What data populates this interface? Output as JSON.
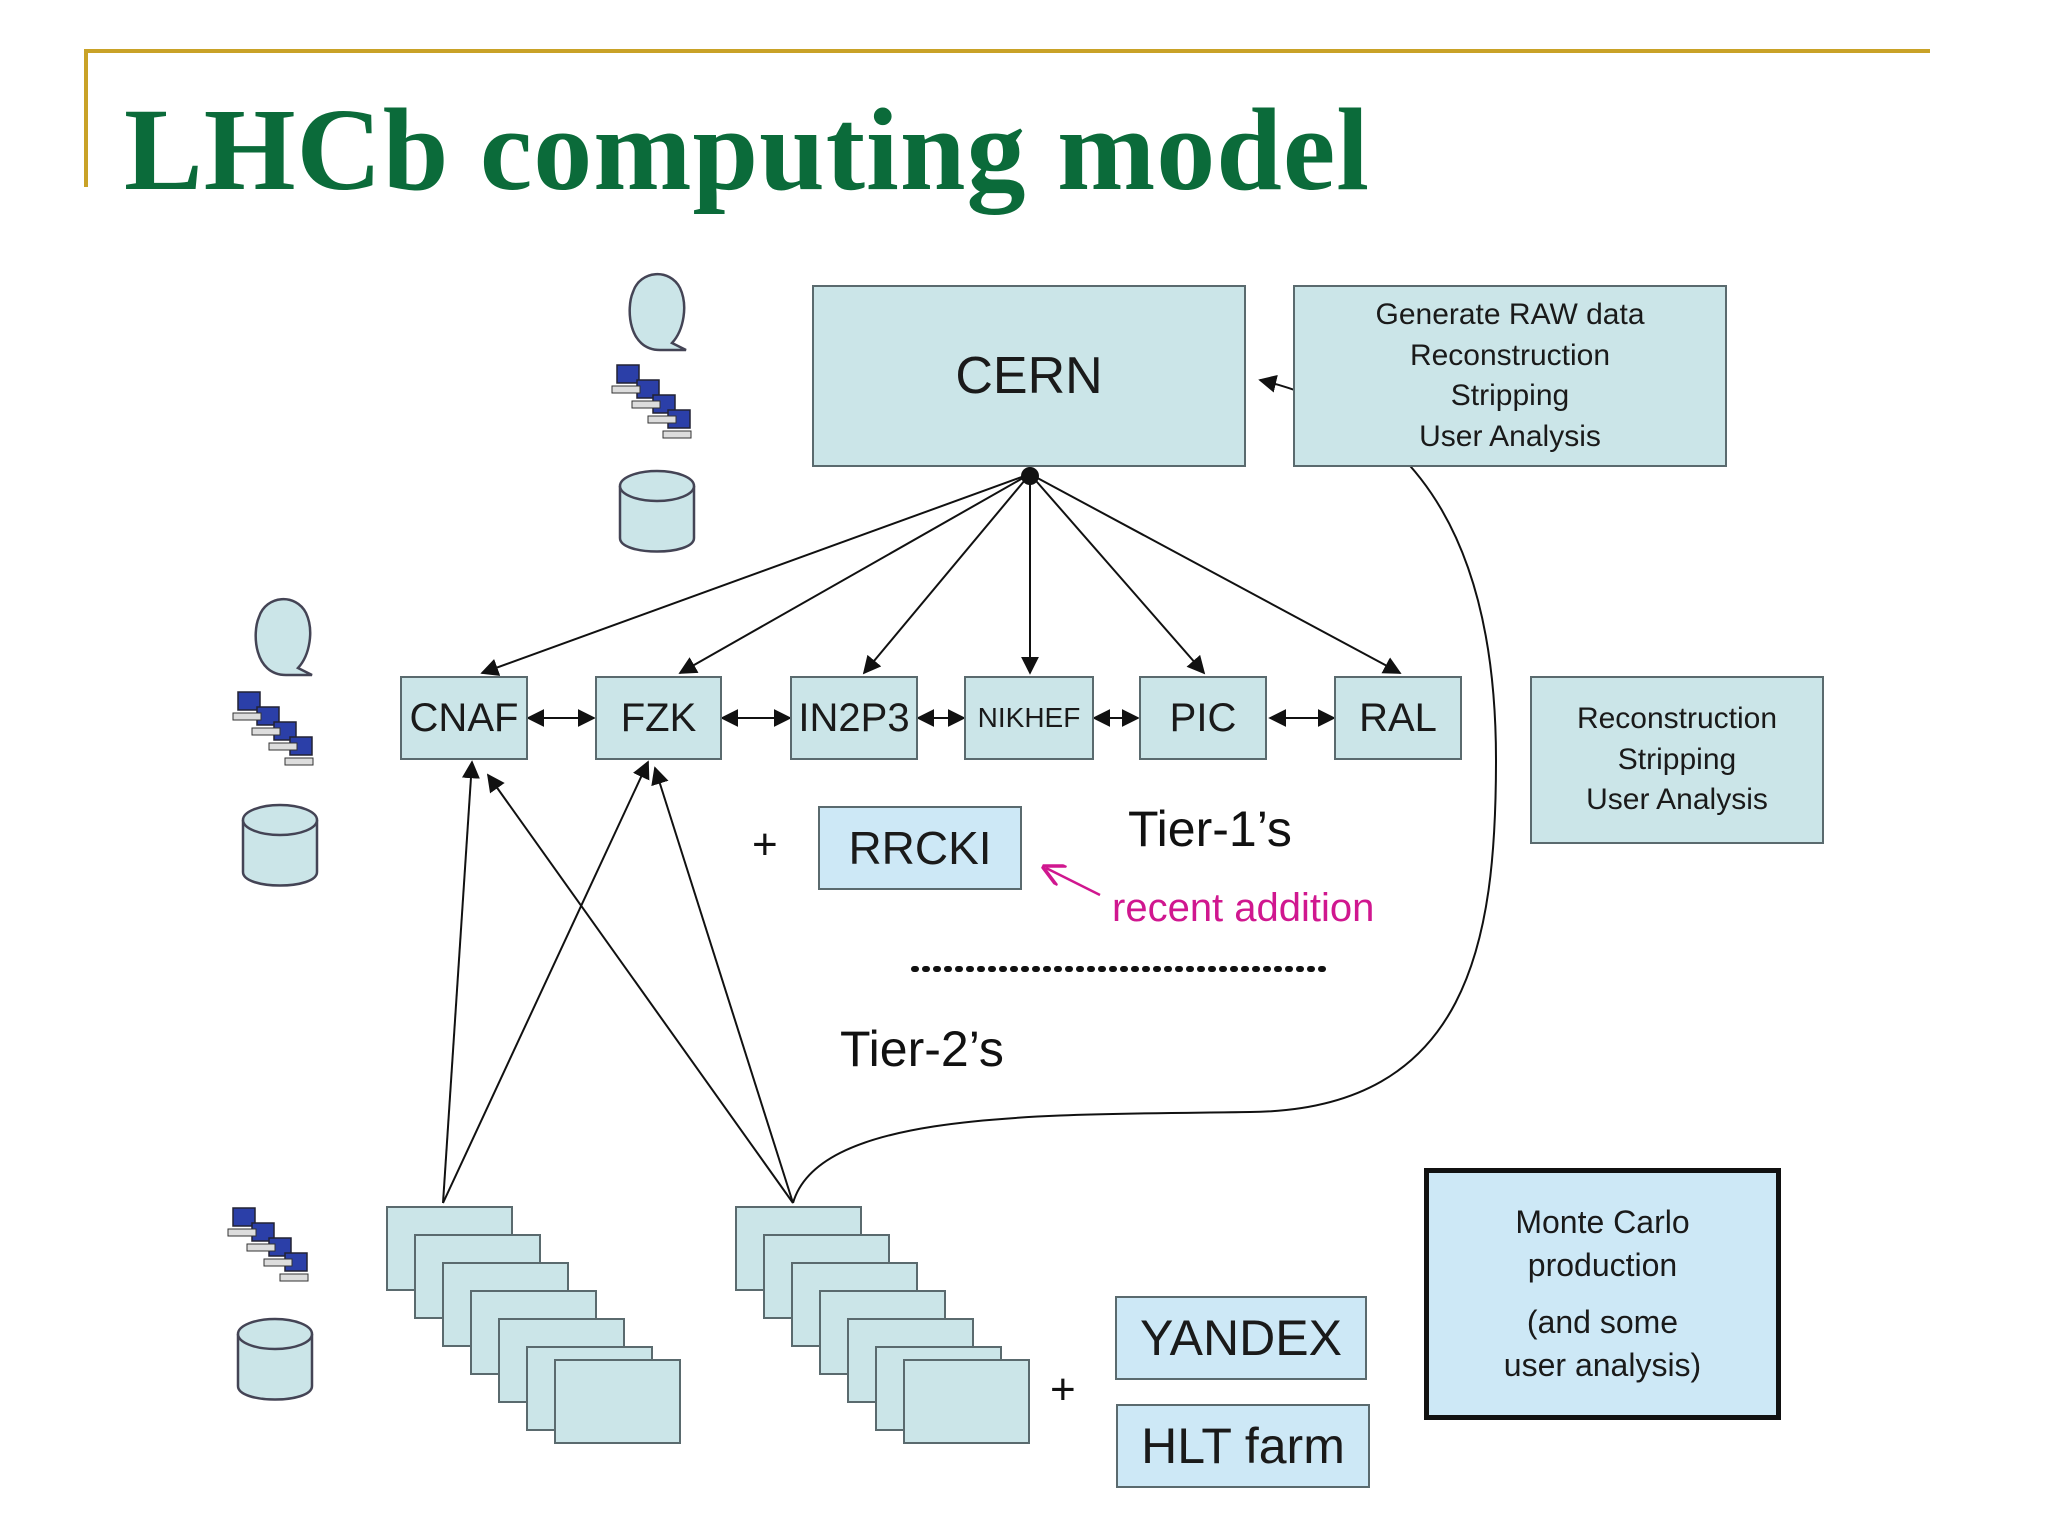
{
  "slide": {
    "title": "LHCb computing model"
  },
  "diagram": {
    "cern": {
      "label": "CERN",
      "roles": "Generate RAW data\nReconstruction\nStripping\nUser Analysis"
    },
    "tier1": {
      "sites": [
        "CNAF",
        "FZK",
        "IN2P3",
        "NIKHEF",
        "PIC",
        "RAL"
      ],
      "roles": "Reconstruction\nStripping\nUser Analysis",
      "label": "Tier-1’s",
      "extra_site": "RRCKI",
      "plus": "+",
      "annotation": "recent addition"
    },
    "tier2": {
      "label": "Tier-2’s",
      "extra_sites": [
        "YANDEX",
        "HLT farm"
      ],
      "plus": "+",
      "roles_line1": "Monte Carlo\nproduction",
      "roles_line2": "(and some\nuser analysis)"
    },
    "icons": [
      "person-icon",
      "computer-cluster-icon",
      "disk-storage-icon"
    ],
    "colors": {
      "title": "#0b6b3a",
      "accent_rule": "#c9a227",
      "box_fill": "#cbe5e8",
      "box_fill_light": "#cde8f6",
      "annotation": "#d0178f"
    }
  }
}
